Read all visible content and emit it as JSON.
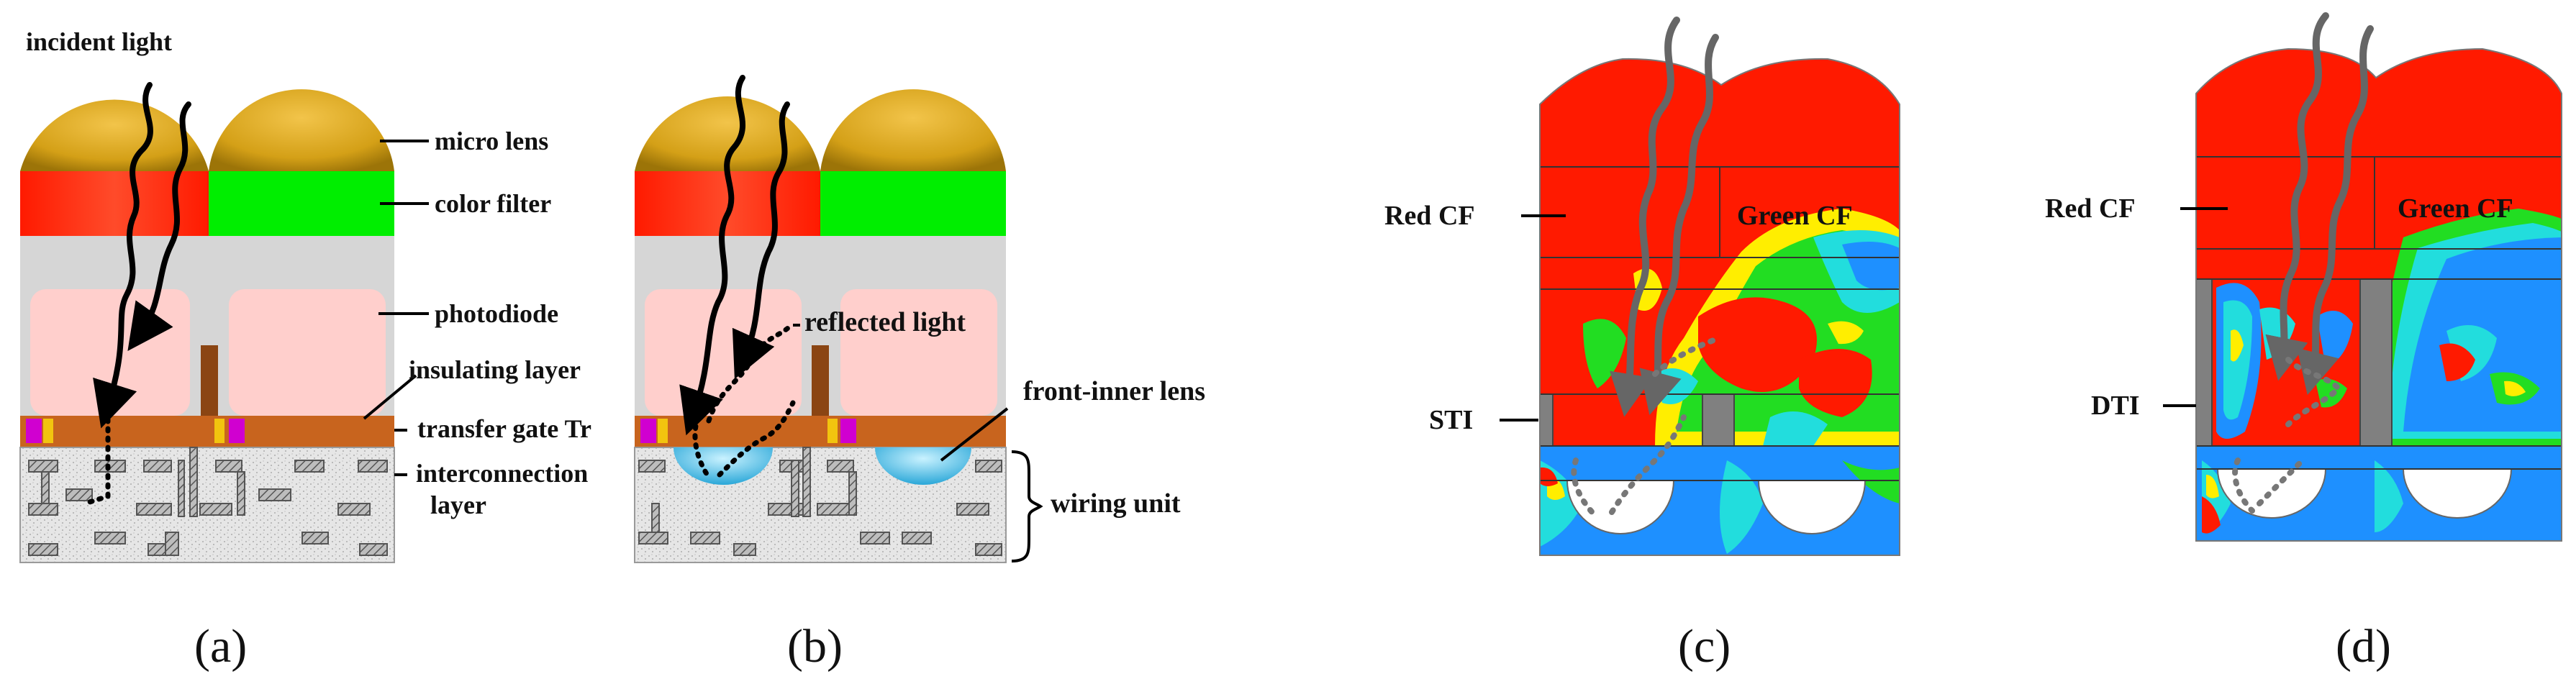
{
  "panel_a": {
    "caption": "(a)",
    "labels": {
      "incident_light": "incident light",
      "micro_lens": "micro lens",
      "color_filter": "color filter",
      "photodiode": "photodiode",
      "insulating_layer": "insulating layer",
      "transfer_gate": "transfer gate Tr",
      "interconnection_1": "interconnection",
      "interconnection_2": "layer"
    }
  },
  "panel_b": {
    "caption": "(b)",
    "labels": {
      "reflected_light": "reflected light",
      "front_inner_lens": "front-inner lens",
      "wiring_unit": "wiring unit"
    }
  },
  "panel_c": {
    "caption": "(c)",
    "labels": {
      "red_cf": "Red CF",
      "green_cf": "Green CF",
      "sti": "STI"
    }
  },
  "panel_d": {
    "caption": "(d)",
    "labels": {
      "red_cf": "Red CF",
      "green_cf": "Green CF",
      "dti": "DTI"
    }
  },
  "colors": {
    "lens": "#d4a017",
    "red": "#ff1a00",
    "green": "#00ee00",
    "photodiode": "#ffcfcc",
    "passivation": "#d6d6d6",
    "gate": "#c8641e",
    "wiring_bg": "#e4e4e4",
    "inner_lens": "#4fc3e8",
    "sim_blue": "#1e90ff",
    "sim_cyan": "#22dddd",
    "sim_green": "#22dd22",
    "sim_yellow": "#ffee00"
  }
}
